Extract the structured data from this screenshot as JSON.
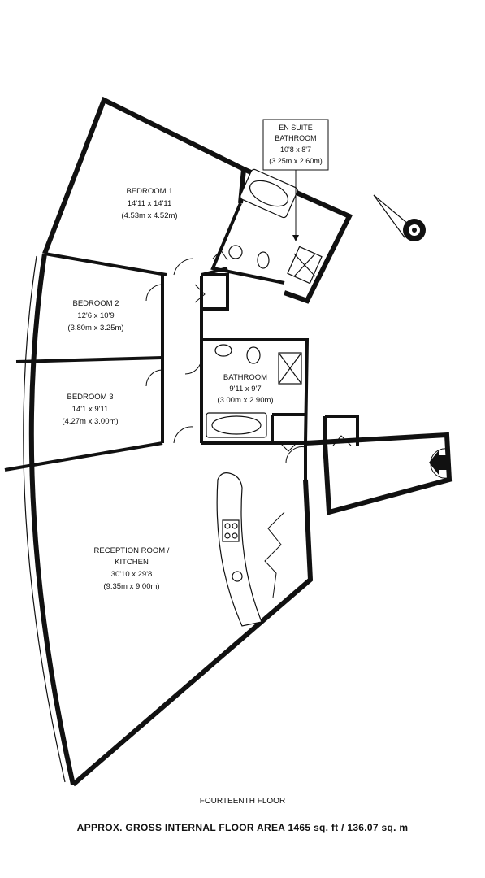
{
  "rooms": {
    "en_suite": {
      "name1": "EN SUITE",
      "name2": "BATHROOM",
      "dims_imperial": "10'8 x 8'7",
      "dims_metric": "(3.25m x 2.60m)"
    },
    "bedroom1": {
      "name": "BEDROOM 1",
      "dims_imperial": "14'11 x 14'11",
      "dims_metric": "(4.53m x 4.52m)"
    },
    "bedroom2": {
      "name": "BEDROOM 2",
      "dims_imperial": "12'6 x 10'9",
      "dims_metric": "(3.80m x 3.25m)"
    },
    "bedroom3": {
      "name": "BEDROOM 3",
      "dims_imperial": "14'1 x 9'11",
      "dims_metric": "(4.27m x 3.00m)"
    },
    "bathroom": {
      "name": "BATHROOM",
      "dims_imperial": "9'11 x 9'7",
      "dims_metric": "(3.00m x 2.90m)"
    },
    "reception": {
      "name1": "RECEPTION ROOM /",
      "name2": "KITCHEN",
      "dims_imperial": "30'10 x 29'8",
      "dims_metric": "(9.35m x 9.00m)"
    }
  },
  "floor_name": "FOURTEENTH FLOOR",
  "area_text": "APPROX. GROSS INTERNAL FLOOR AREA 1465 sq. ft / 136.07 sq. m",
  "icons": [
    "compass-icon",
    "entrance-arrow-icon"
  ]
}
